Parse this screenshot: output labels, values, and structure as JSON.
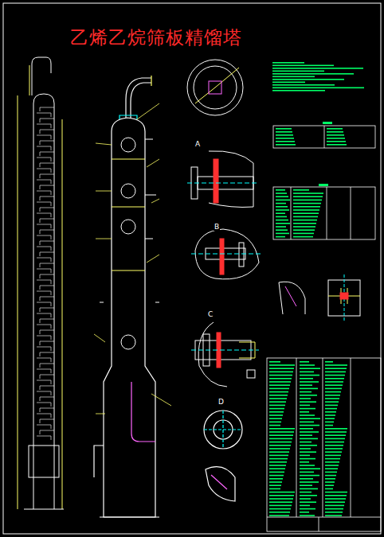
{
  "diagram": {
    "title": "乙烯乙烷筛板精馏塔",
    "labels": [
      "A",
      "B",
      "C",
      "D"
    ]
  }
}
